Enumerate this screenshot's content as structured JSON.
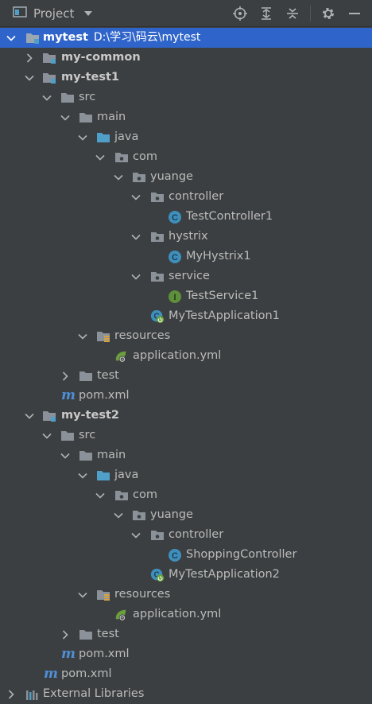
{
  "toolbar": {
    "title": "Project",
    "icons": [
      "locate-icon",
      "expand-all-icon",
      "collapse-all-icon",
      "gear-icon",
      "hide-icon"
    ]
  },
  "colors": {
    "background": "#3c3f41",
    "selection": "#2f65ca",
    "folder": "#8a9199",
    "source_folder": "#4f9fc9",
    "class_icon": "#3f8fbd",
    "interface_icon": "#5e8f3a",
    "spring_green": "#6a9f3c"
  },
  "tree": {
    "root": {
      "name": "mytest",
      "path": "D:\\学习\\码云\\mytest"
    },
    "my_common": {
      "name": "my-common"
    },
    "my_test1": {
      "name": "my-test1",
      "src": "src",
      "main": "main",
      "java": "java",
      "com": "com",
      "yuange": "yuange",
      "controller": "controller",
      "test_controller": "TestController1",
      "hystrix": "hystrix",
      "my_hystrix": "MyHystrix1",
      "service": "service",
      "test_service": "TestService1",
      "application": "MyTestApplication1",
      "resources": "resources",
      "application_yml": "application.yml",
      "test": "test",
      "pom": "pom.xml"
    },
    "my_test2": {
      "name": "my-test2",
      "src": "src",
      "main": "main",
      "java": "java",
      "com": "com",
      "yuange": "yuange",
      "controller": "controller",
      "shopping_controller": "ShoppingController",
      "application": "MyTestApplication2",
      "resources": "resources",
      "application_yml": "application.yml",
      "test": "test",
      "pom": "pom.xml"
    },
    "root_pom": "pom.xml",
    "external_libraries": "External Libraries"
  }
}
